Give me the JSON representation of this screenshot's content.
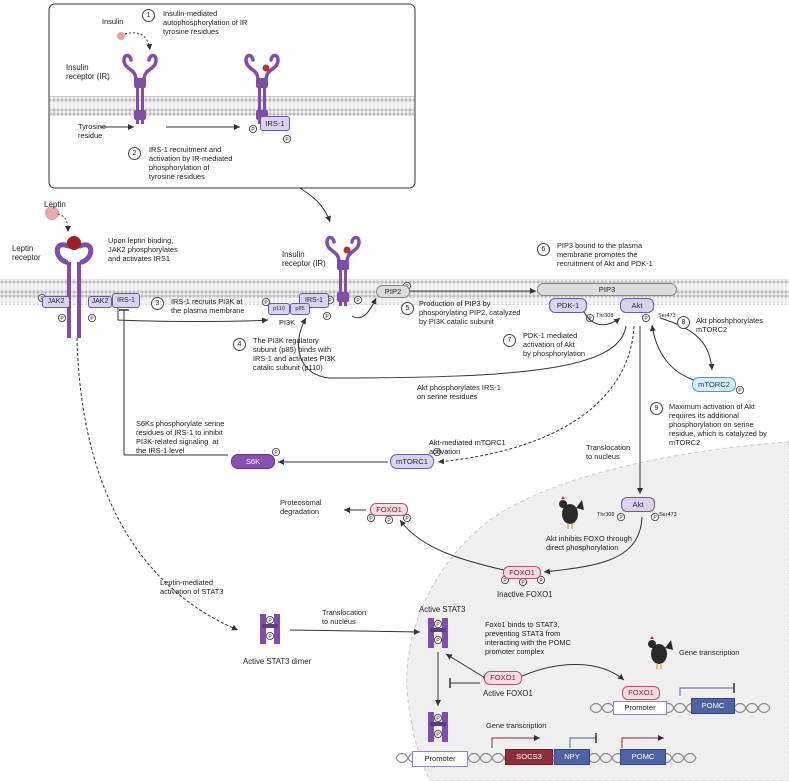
{
  "colors": {
    "receptor": "#7d4fa8",
    "membrane": "#c9c9c9",
    "insulin": "#e8a0a0",
    "leptin": "#b8323c",
    "nucleus": "#f0f0f0",
    "arrow": "#333333"
  },
  "labels": {
    "insulin": "Insulin",
    "insulin_receptor": "Insulin\nreceptor (IR)",
    "tyrosine_residue": "Tyrosine\nresidue",
    "leptin": "Leptin",
    "leptin_receptor": "Leptin\nreceptor",
    "insulin_receptor_main": "Insulin\nreceptor (IR)",
    "proteosomal_degradation": "Proteosomal\ndegradation",
    "leptin_stat3": "Leptin-mediated\nactivation of STAT3",
    "active_stat3_dimer": "Active STAT3 dimer",
    "translocation_to_nucleus": "Translocation\nto nucleus",
    "active_stat3": "Active STAT3",
    "active_foxo1": "Active FOXO1",
    "inactive_foxo1": "Inactive FOXO1",
    "translocation_akt": "Translocation\nto nucleus",
    "akt_inhibits_foxo": "Akt inhibits FOXO through\ndirect phosphorylation",
    "foxo1_stat3": "Foxo1 binds to STAT3,\npreventing STAT3 from\ninteracting with the POMC\npromoter complex",
    "gene_transcription_1": "Gene transcription",
    "gene_transcription_2": "Gene transcription",
    "leptin_jak2": "Upon leptin binding,\nJAK2 phosphorylates\nand activates IRS1",
    "akt_irs1": "Akt phosphorylates IRS-1\non serine residues",
    "s6k_note": "S6Ks phosphorylate serine\nresidues of IRS-1 to inhibit\nPI3K-related signaling  at\nthe IRS-1 level",
    "akt_mtorc1": "Akt-mediated mTORC1\nactivation"
  },
  "steps": [
    {
      "num": "1",
      "text": "Insulin-mediated\nautophosphorylation of IR\ntyrosine residues"
    },
    {
      "num": "2",
      "text": "IRS-1 recruitment and\nactivation by IR-mediated\nphosphorylation of\ntyrosine residues"
    },
    {
      "num": "3",
      "text": "IRS-1 recruits PI3K at\nthe plasma membrane"
    },
    {
      "num": "4",
      "text": "The PI3K regulatory\nsubunit (p85) binds with\nIRS-1 and activates PI3K\ncatalic subunit (p110)"
    },
    {
      "num": "5",
      "text": "Production of PIP3 by\nphosporylating PIP2, catalyzed\nby PI3K catalic subunit"
    },
    {
      "num": "6",
      "text": "PIP3 bound to the plasma\nmembrane promotes the\nrecruitment of Akt and PDK-1"
    },
    {
      "num": "7",
      "text": "PDK-1 mediated\nactivation of Akt\nby phosphorylation"
    },
    {
      "num": "8",
      "text": "Akt phoshphorylates\nmTORC2"
    },
    {
      "num": "9",
      "text": "Maximum activation of Akt\nrequires its additional\nphosphorylation on serine\nresidue, which is catalyzed by\nmTORC2"
    }
  ],
  "proteins": {
    "irs1_inset": "IRS-1",
    "jak2_left": "JAK2",
    "jak2_right": "JAK2",
    "irs1_leptin": "IRS-1",
    "irs1_main": "IRS-1",
    "p110": "p110",
    "p85": "p85",
    "pi3k": "PI3K",
    "pip2": "PIP2",
    "pip3": "PIP3",
    "pdk1": "PDK-1",
    "akt": "Akt",
    "akt_nuc": "Akt",
    "thr308": "Thr308",
    "ser473": "Ser473",
    "thr308_nuc": "Thr308",
    "ser473_nuc": "Ser473",
    "mtorc2": "mTORC2",
    "mtorc1": "mTORC1",
    "s6k": "S6K",
    "foxo1_deg": "FOXO1",
    "foxo1_inactive": "FOXO1",
    "foxo1_active": "FOXO1",
    "foxo1_promoter": "FOXO1",
    "p": "P"
  },
  "genes": {
    "promoter_1": "Promoter",
    "promoter_2": "Promoter",
    "socs3": "SOCS3",
    "npy": "NPY",
    "pomc_1": "POMC",
    "pomc_2": "POMC"
  }
}
